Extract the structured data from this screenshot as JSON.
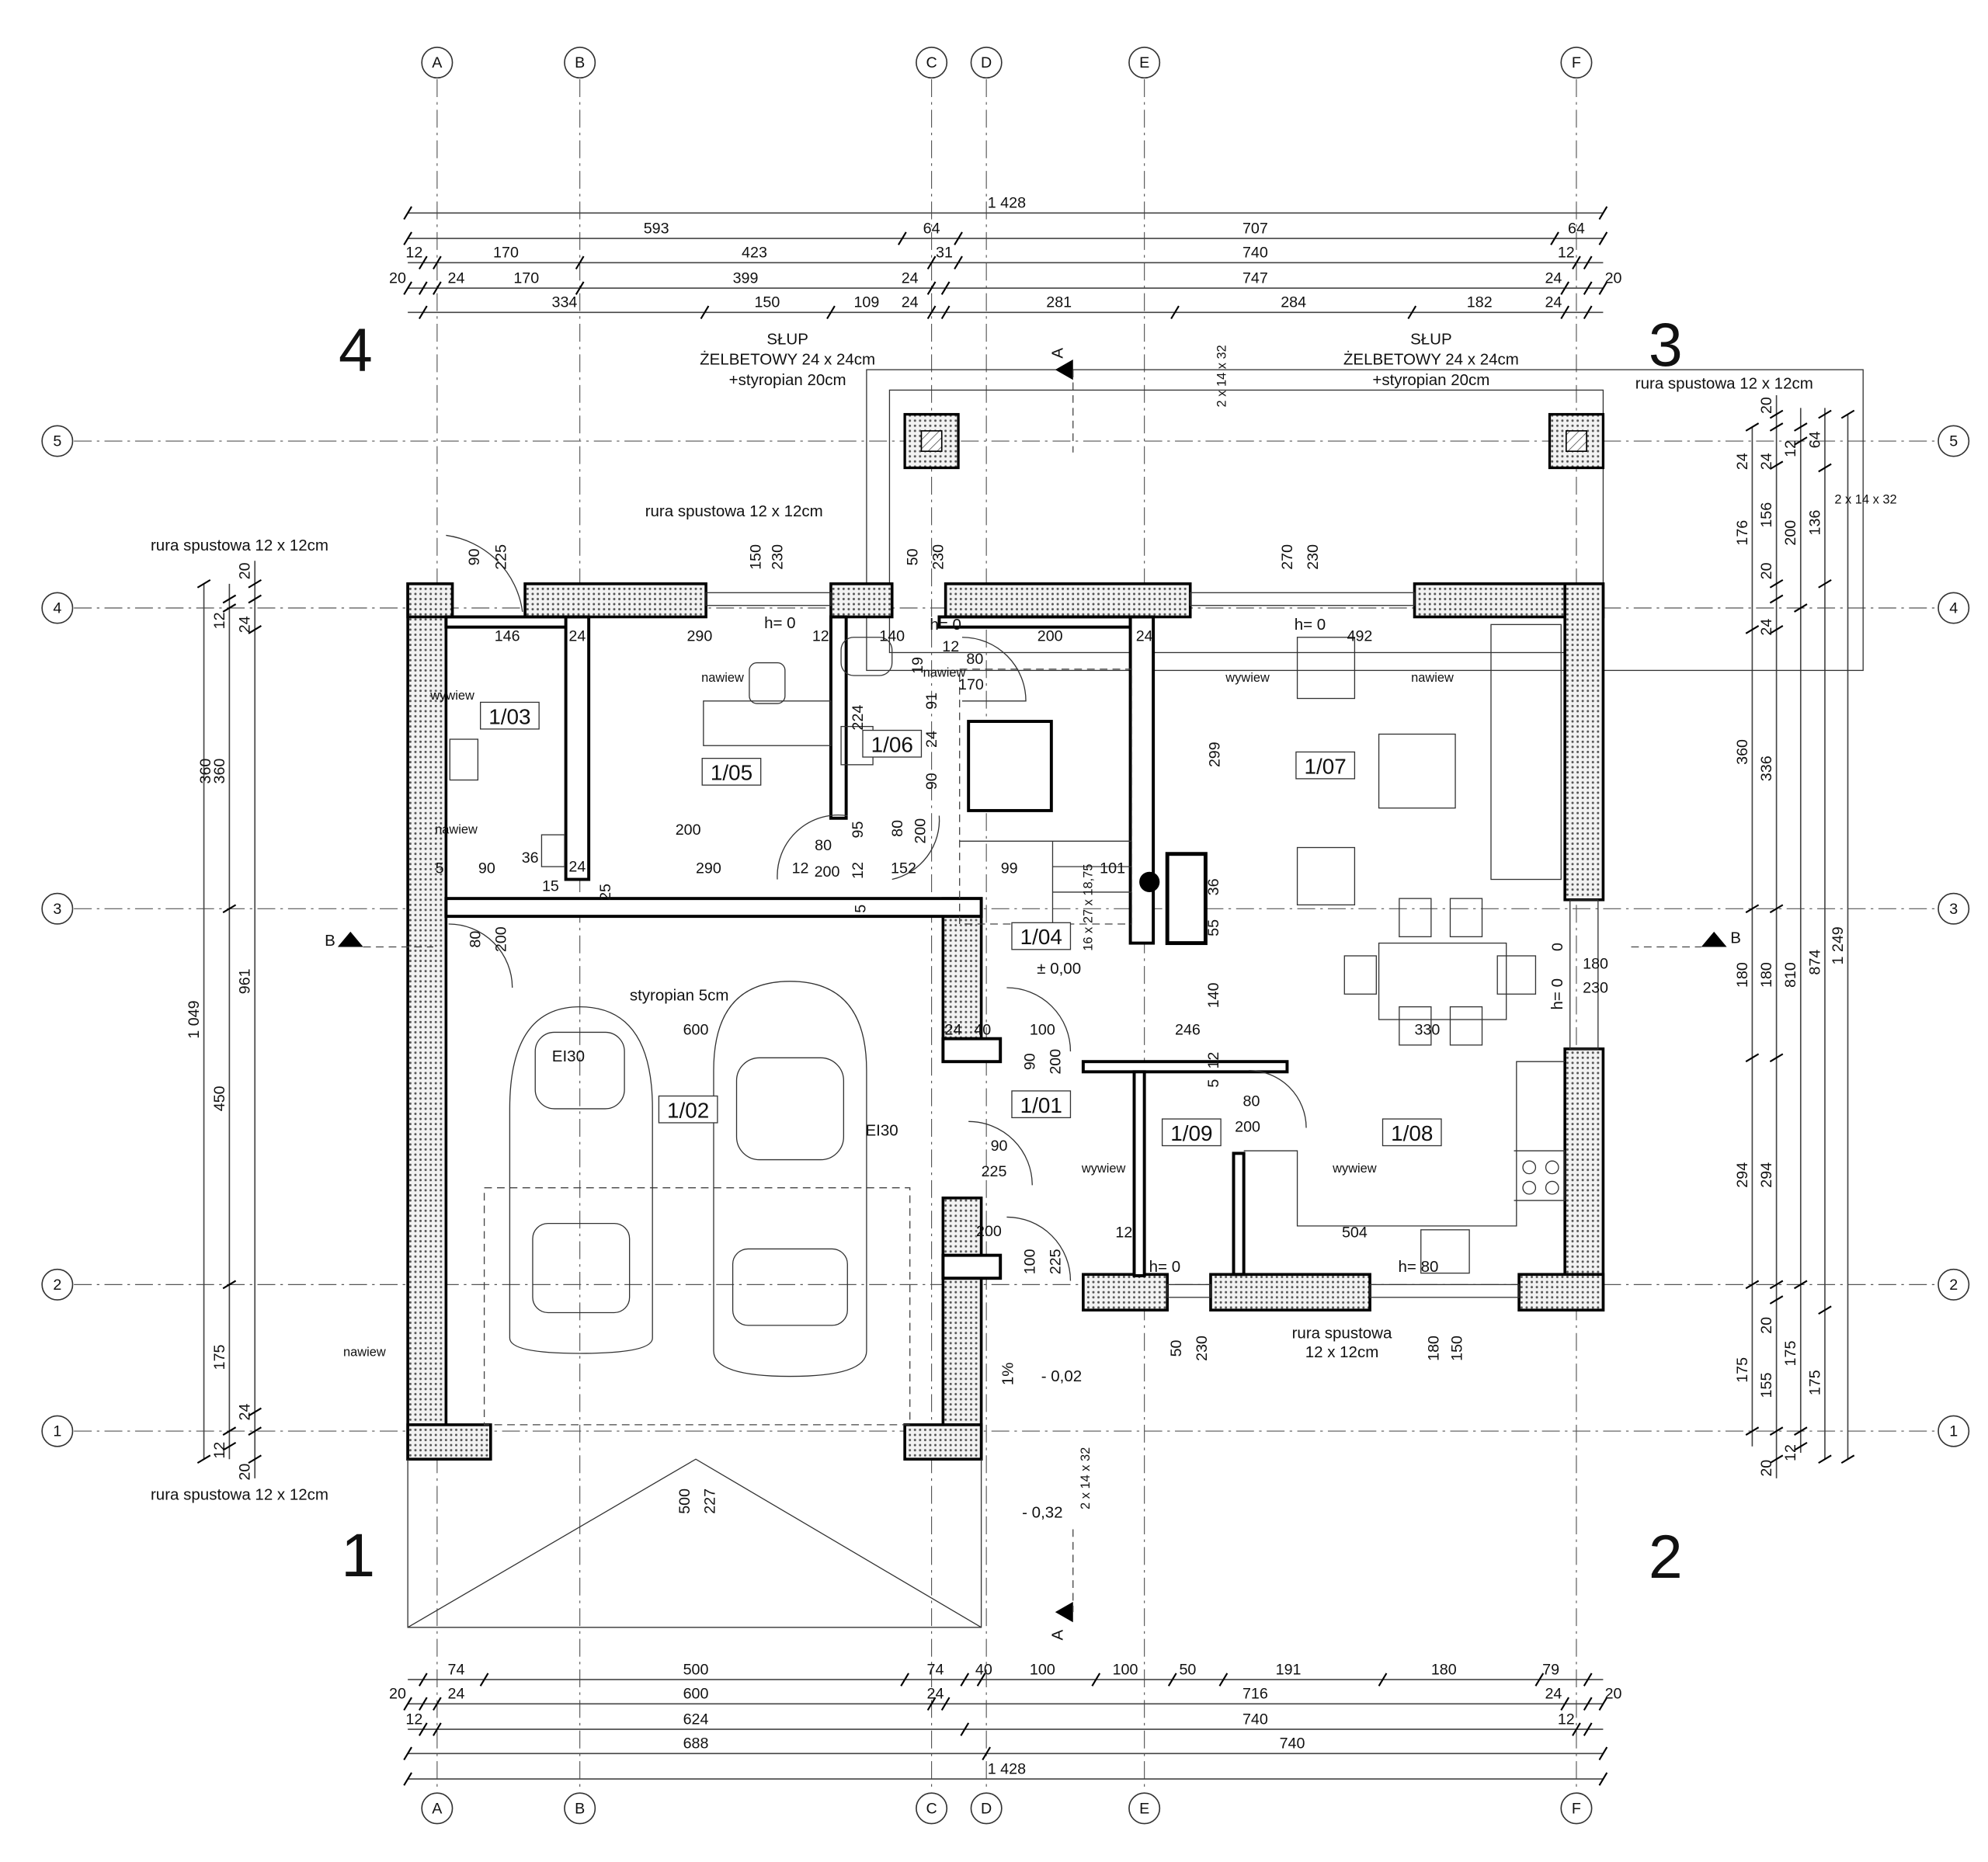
{
  "grid": {
    "columns": [
      "A",
      "B",
      "C",
      "D",
      "E",
      "F"
    ],
    "rows": [
      "5",
      "4",
      "3",
      "2",
      "1"
    ]
  },
  "sector_numbers": [
    "4",
    "3",
    "1",
    "2"
  ],
  "dimensions": {
    "top": [
      [
        "1 428"
      ],
      [
        "593",
        "64",
        "707",
        "64"
      ],
      [
        "12",
        "170",
        "423",
        "31",
        "740",
        "12"
      ],
      [
        "20",
        "24",
        "170",
        "399",
        "24",
        "747",
        "24",
        "20"
      ],
      [
        "334",
        "150",
        "109",
        "24",
        "281",
        "284",
        "182",
        "24"
      ]
    ],
    "bottom": [
      [
        "74",
        "500",
        "74",
        "40",
        "100",
        "100",
        "50",
        "191",
        "180",
        "79"
      ],
      [
        "20",
        "24",
        "600",
        "24",
        "716",
        "24",
        "20"
      ],
      [
        "12",
        "624",
        "740",
        "12"
      ],
      [
        "688",
        "740"
      ],
      [
        "1 428"
      ]
    ],
    "left": [
      [
        "1 049"
      ],
      [
        "12",
        "360",
        "450",
        "175",
        "12"
      ],
      [
        "20",
        "24",
        "961",
        "24",
        "20"
      ]
    ],
    "right": [
      [
        "24",
        "176",
        "360",
        "180",
        "294",
        "175"
      ],
      [
        "20",
        "24",
        "156",
        "20",
        "24",
        "336",
        "180",
        "294",
        "20",
        "155",
        "20"
      ],
      [
        "12",
        "200",
        "810",
        "175",
        "12"
      ],
      [
        "64",
        "136",
        "874",
        "175"
      ],
      [
        "1 249"
      ]
    ]
  },
  "rooms": [
    "1/03",
    "1/05",
    "1/06",
    "1/07",
    "1/04",
    "1/01",
    "1/02",
    "1/09",
    "1/08"
  ],
  "annotations": {
    "column_label_left": [
      "SŁUP",
      "ŻELBETOWY 24 x 24cm",
      "+styropian 20cm"
    ],
    "column_label_right": [
      "SŁUP",
      "ŻELBETOWY 24 x 24cm",
      "+styropian 20cm"
    ],
    "downpipes": [
      "rura spustowa 12 x 12cm",
      "rura spustowa 12 x 12cm",
      "rura spustowa 12 x 12cm",
      "rura spustowa 12 x 12cm",
      "rura spustowa",
      "12 x 12cm"
    ],
    "ventilation": [
      "wywiew",
      "nawiew",
      "nawiew",
      "wywiew",
      "nawiew",
      "nawiew",
      "wywiew",
      "wywiew",
      "nawiew"
    ],
    "fire_rating": [
      "EI30",
      "EI30"
    ],
    "insulation": "styropian 5cm",
    "levels": [
      "± 0,00",
      "- 0,02",
      "- 0,32"
    ],
    "slope": "1%",
    "heights": [
      "h= 0",
      "h= 0",
      "h= 0",
      "h= 0",
      "h= 0",
      "h= 80"
    ],
    "stairs": [
      "2 x 14 x 32",
      "2 x 14 x 32",
      "2 x 14 x 32",
      "16 x 27 x 18,75"
    ],
    "section_marks": [
      "A",
      "A",
      "B",
      "B"
    ]
  },
  "interior_dims": [
    "146",
    "24",
    "290",
    "12",
    "140",
    "19",
    "12",
    "200",
    "24",
    "492",
    "90",
    "225",
    "150",
    "230",
    "50",
    "230",
    "270",
    "230",
    "224",
    "91",
    "24",
    "90",
    "200",
    "80",
    "170",
    "80",
    "200",
    "80",
    "200",
    "12",
    "95",
    "152",
    "99",
    "101",
    "36",
    "55",
    "299",
    "5",
    "90",
    "36",
    "15",
    "24",
    "25",
    "290",
    "12",
    "5",
    "80",
    "200",
    "600",
    "24",
    "40",
    "100",
    "246",
    "330",
    "90",
    "200",
    "5",
    "12",
    "80",
    "200",
    "180",
    "230",
    "140",
    "90",
    "225",
    "200",
    "100",
    "225",
    "12",
    "504",
    "50",
    "230",
    "180",
    "150",
    "500",
    "227",
    "360",
    "0"
  ]
}
